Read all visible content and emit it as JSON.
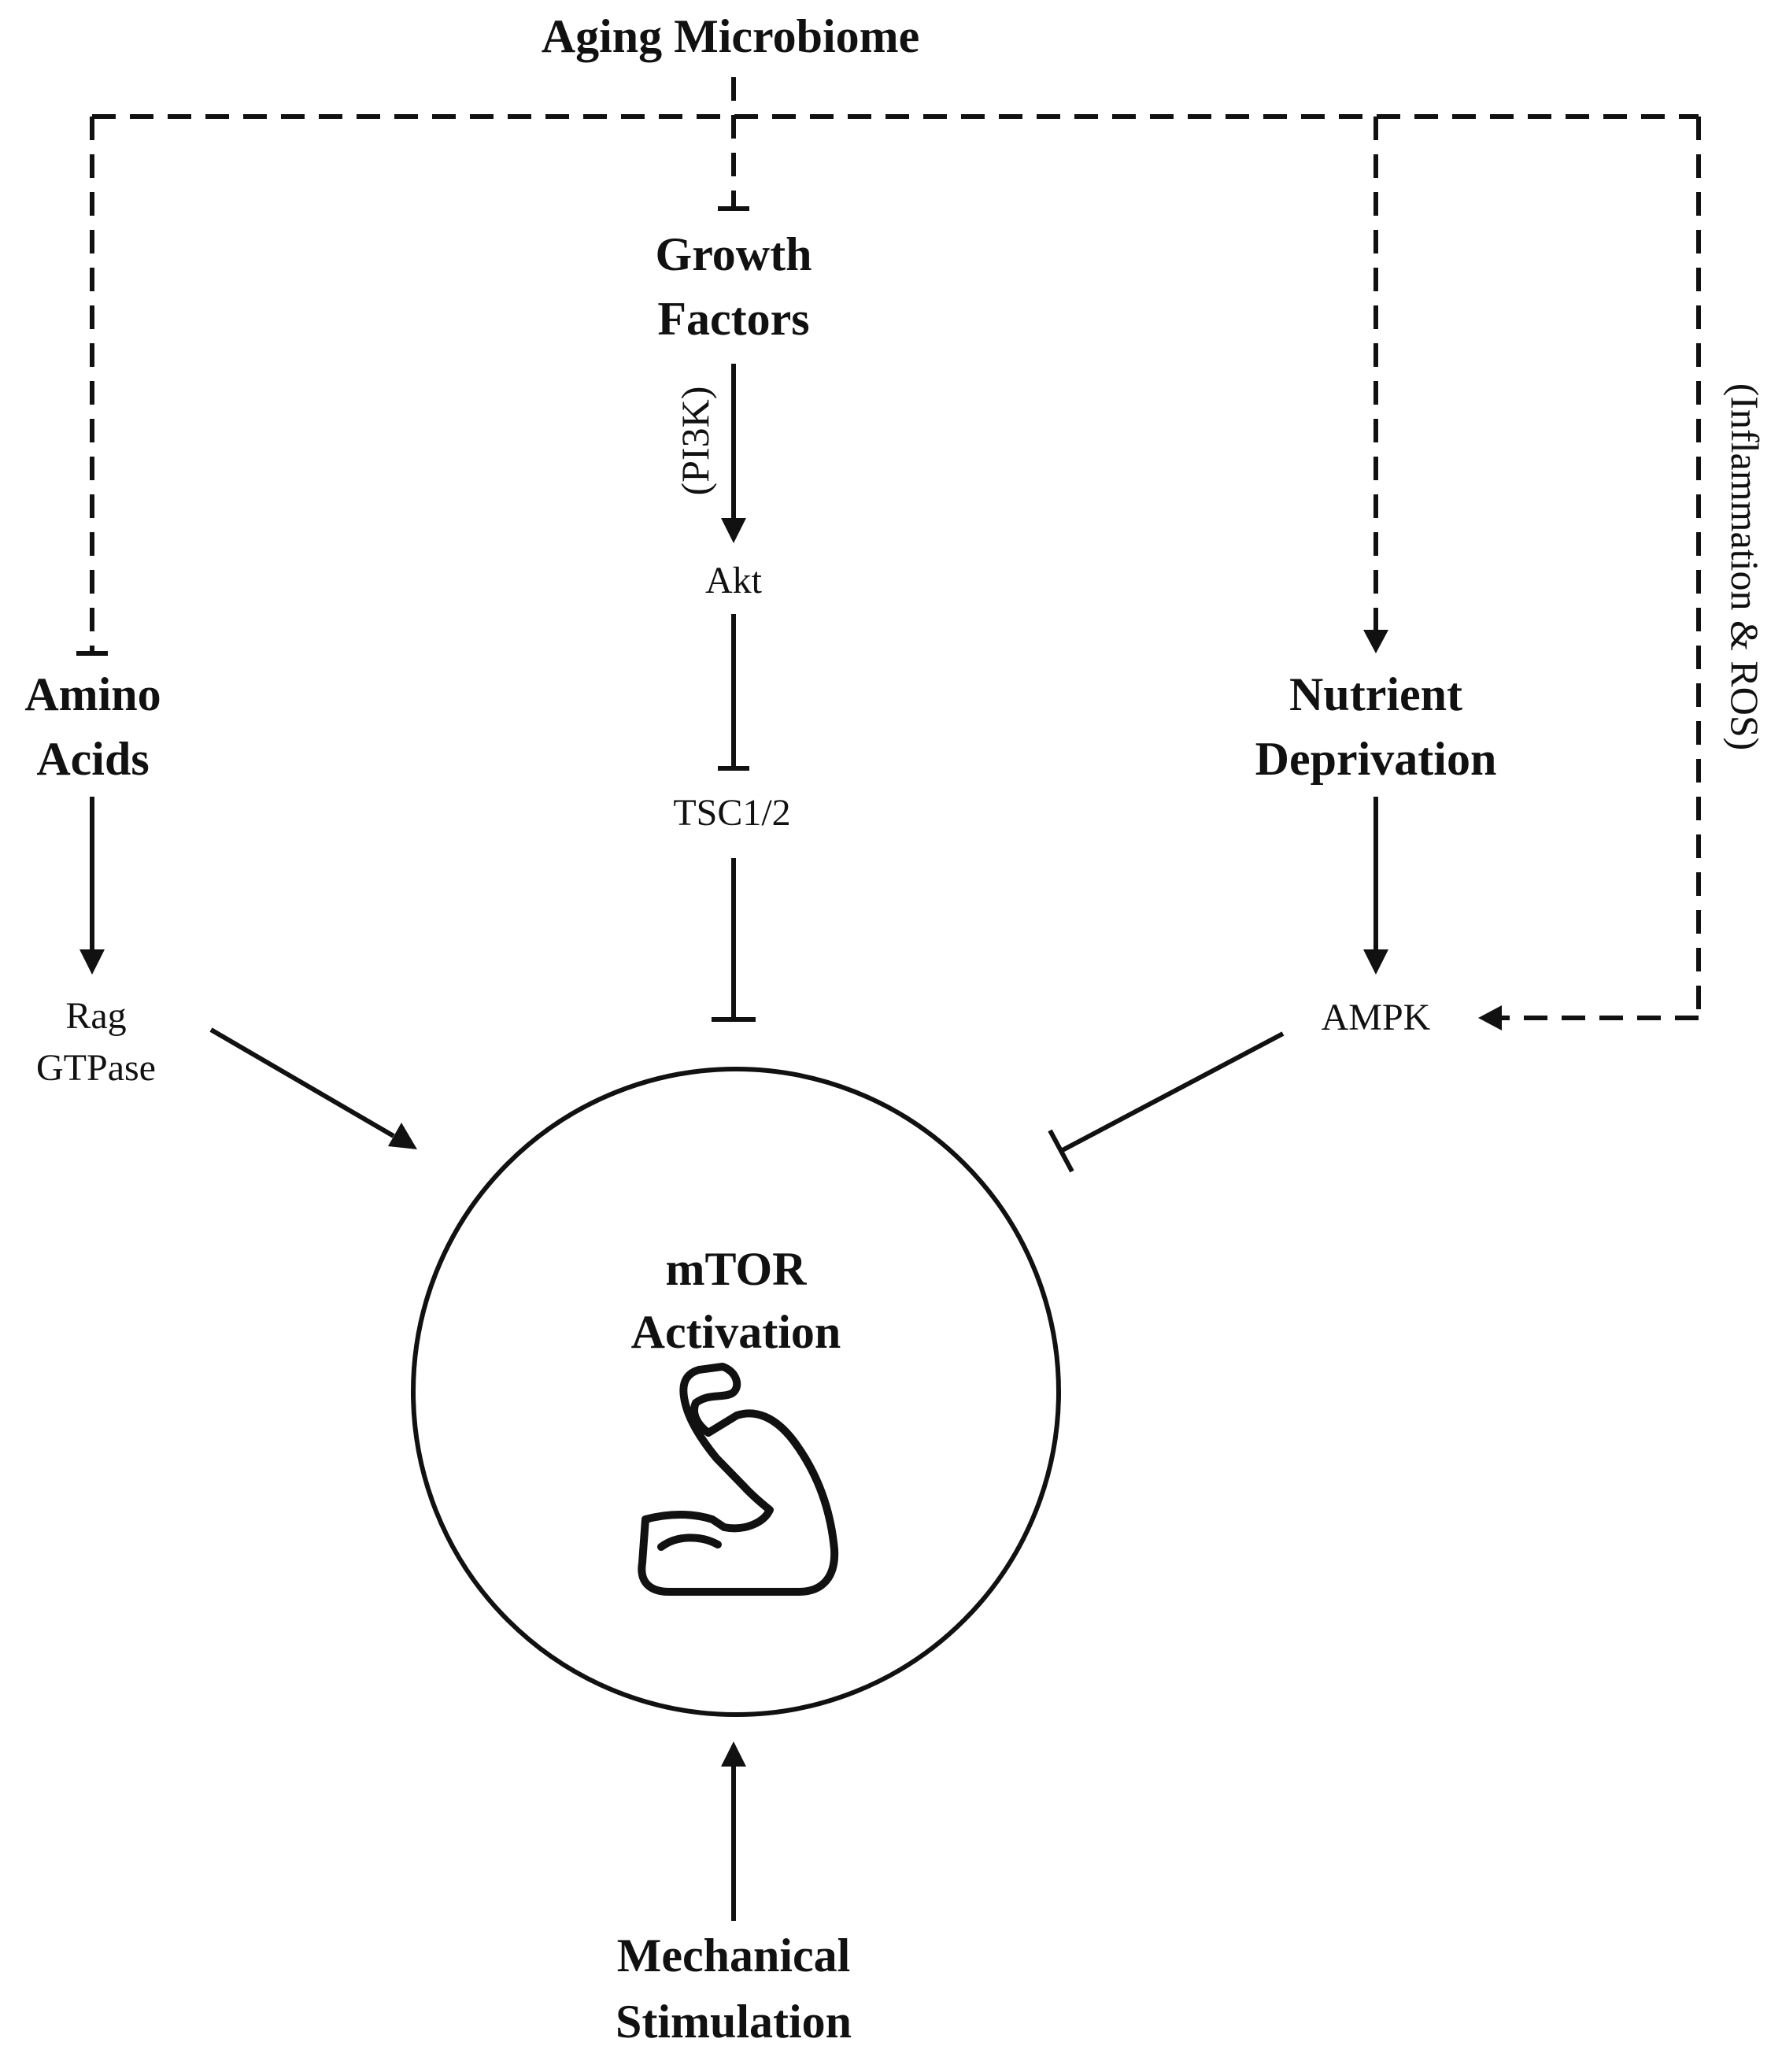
{
  "title": "Aging Microbiome",
  "nodes": {
    "growth_factors": [
      "Growth",
      "Factors"
    ],
    "pi3k": "(PI3K)",
    "akt": "Akt",
    "tsc": "TSC1/2",
    "amino_acids": [
      "Amino",
      "Acids"
    ],
    "rag_gtpase": [
      "Rag",
      "GTPase"
    ],
    "nutrient_deprivation": [
      "Nutrient",
      "Deprivation"
    ],
    "ampk": "AMPK",
    "inflammation_ros": "(Inflammation & ROS)",
    "mtor": [
      "mTOR",
      "Activation"
    ],
    "mechanical_stimulation": [
      "Mechanical",
      "Stimulation"
    ]
  },
  "icons": {
    "center": "flexed-bicep-icon"
  },
  "colors": {
    "ink": "#111111",
    "background": "#ffffff"
  }
}
